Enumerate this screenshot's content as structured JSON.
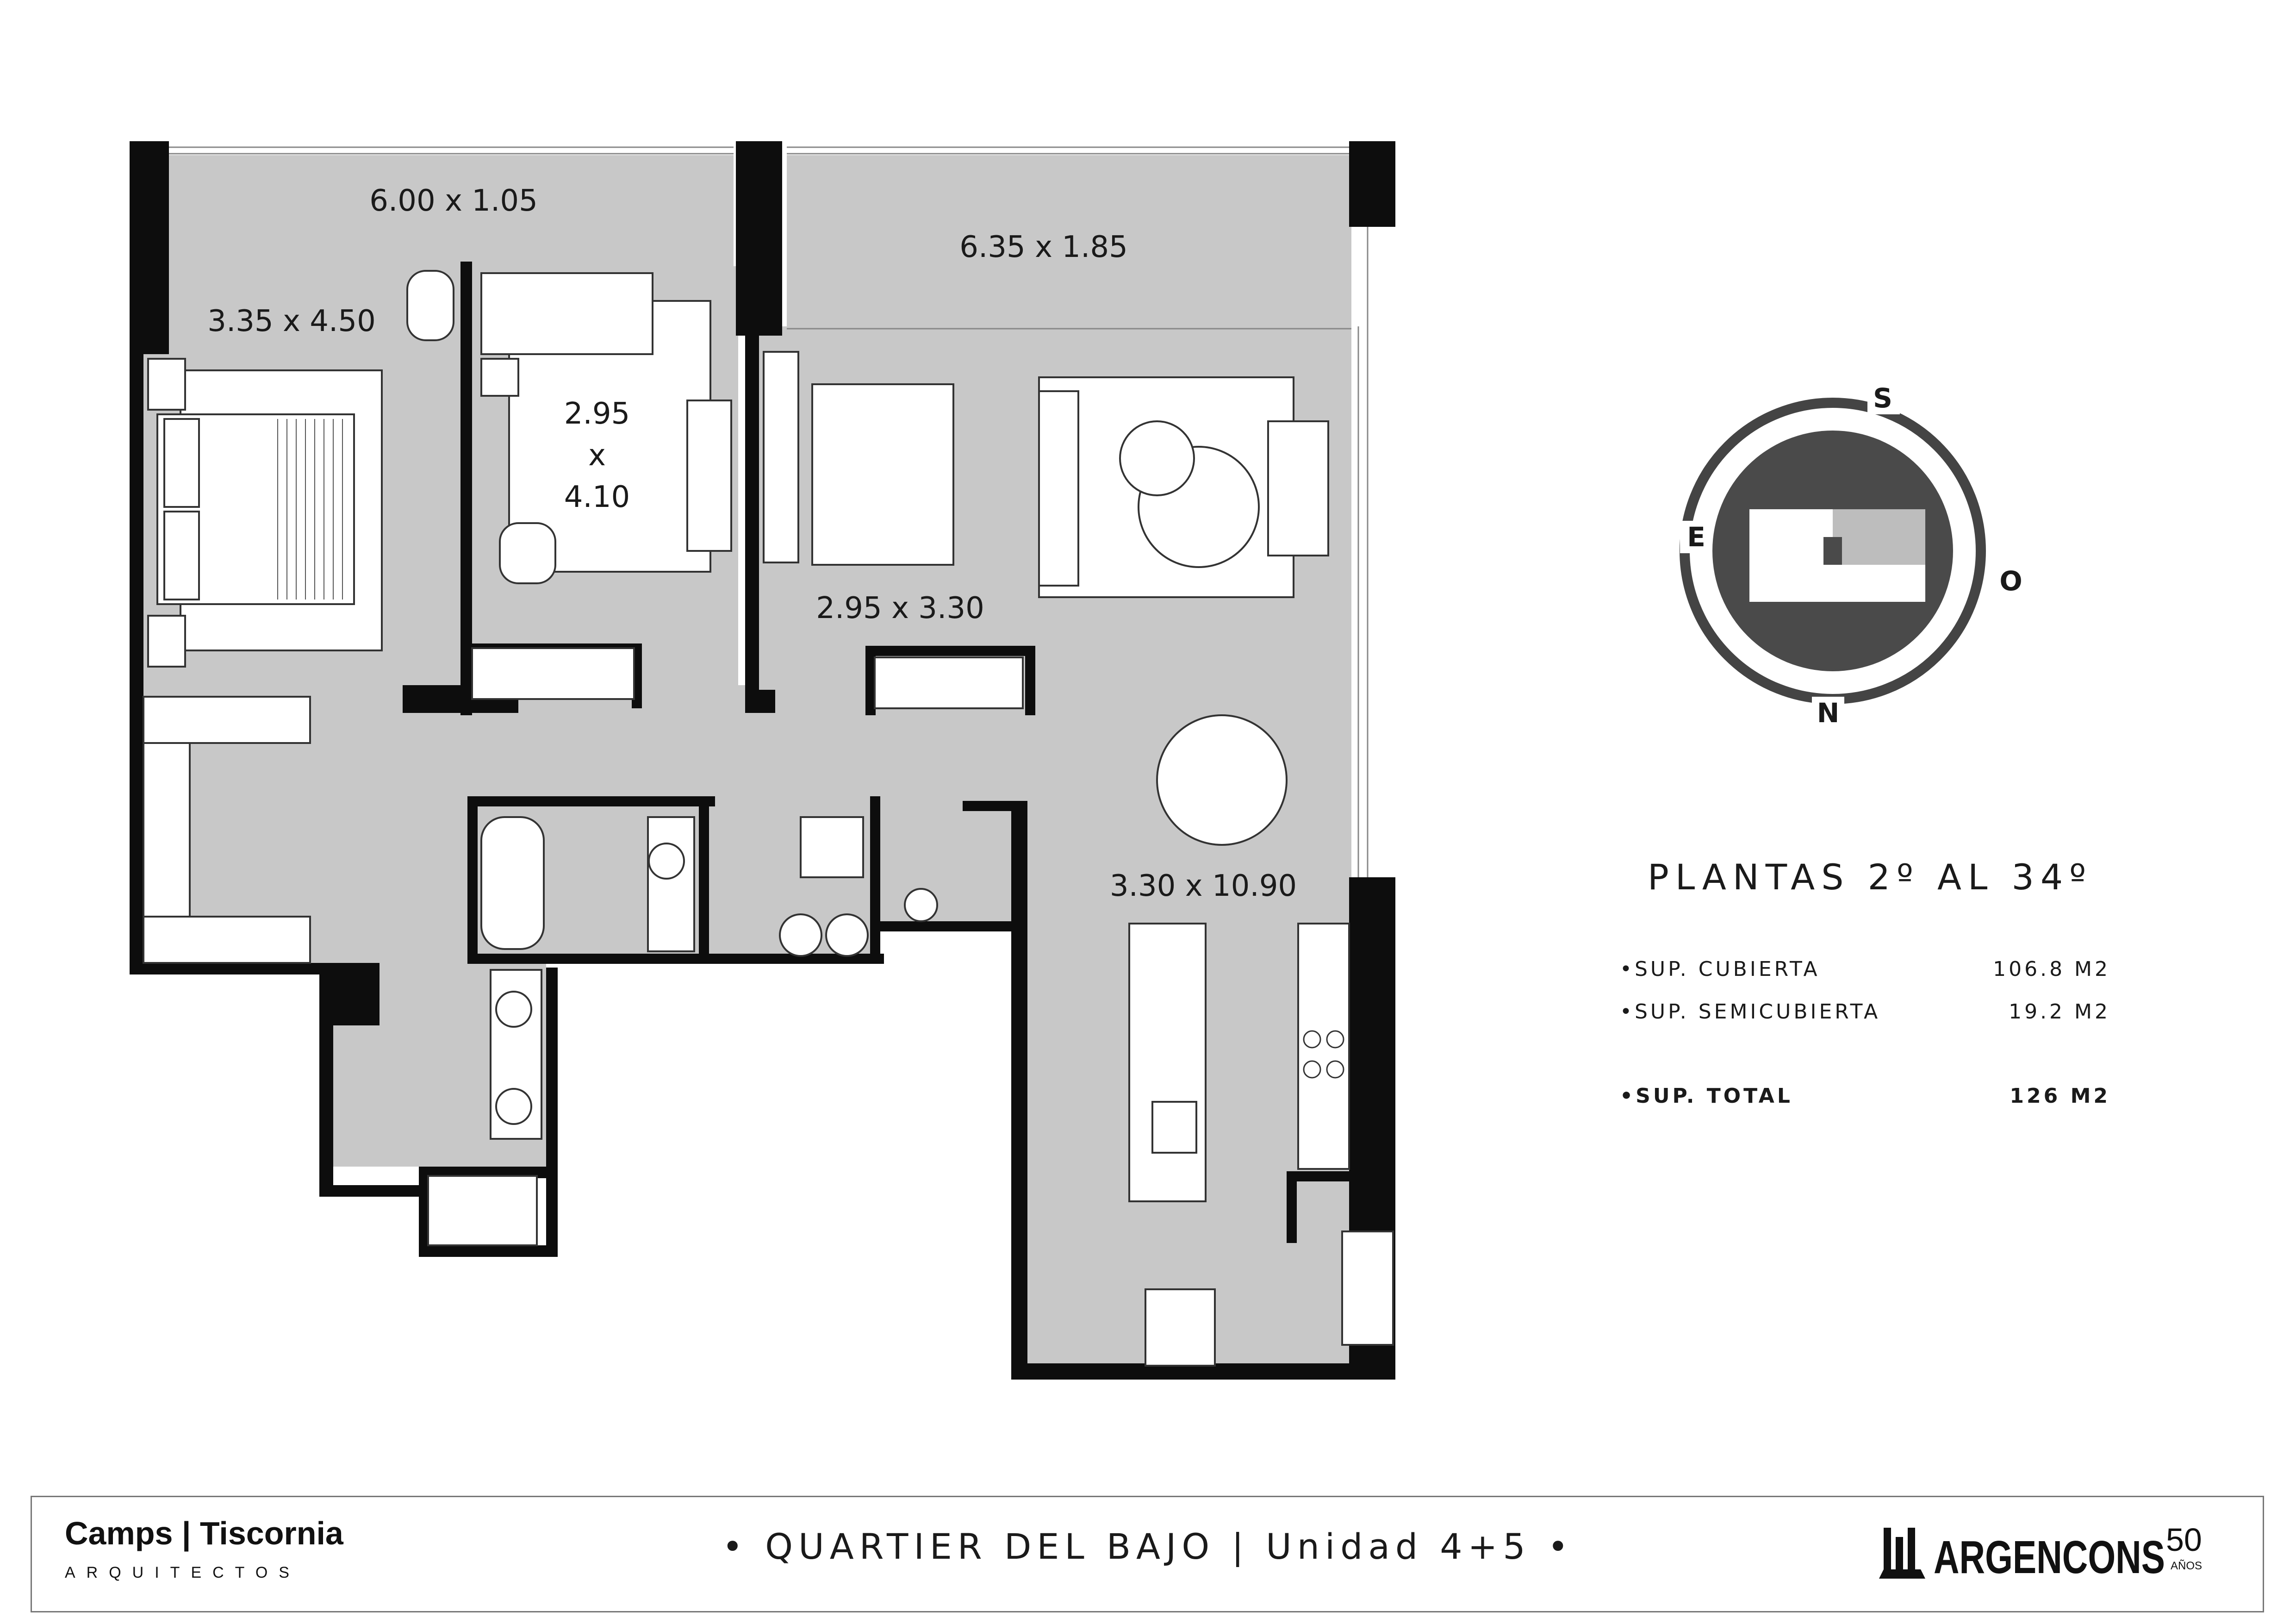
{
  "rooms": {
    "balcony_bedroom": "6.00 x 1.05",
    "balcony_living": "6.35 x 1.85",
    "main_bedroom": "3.35 x 4.50",
    "bedroom2_w": "2.95",
    "bedroom2_x": "x",
    "bedroom2_d": "4.10",
    "bedroom3": "2.95 x 3.30",
    "living": "3.30  x  10.90"
  },
  "compass": {
    "s": "S",
    "e": "E",
    "o": "O",
    "n": "N"
  },
  "plantas": {
    "title": "PLANTAS 2º AL 34º",
    "rows": [
      {
        "label": "•SUP. CUBIERTA",
        "value": "106.8 M2"
      },
      {
        "label": "•SUP. SEMICUBIERTA",
        "value": "19.2 M2"
      }
    ],
    "total": {
      "label": "•SUP. TOTAL",
      "value": "126 M2"
    }
  },
  "footer": {
    "firm_left": "Camps",
    "firm_right": "Tiscornia",
    "firm_sub": "ARQUITECTOS",
    "project": "• QUARTIER DEL BAJO | Unidad 4+5 •",
    "brand": "ARGENCONS",
    "brand_years": "50",
    "brand_years_sub": "AÑOS"
  }
}
